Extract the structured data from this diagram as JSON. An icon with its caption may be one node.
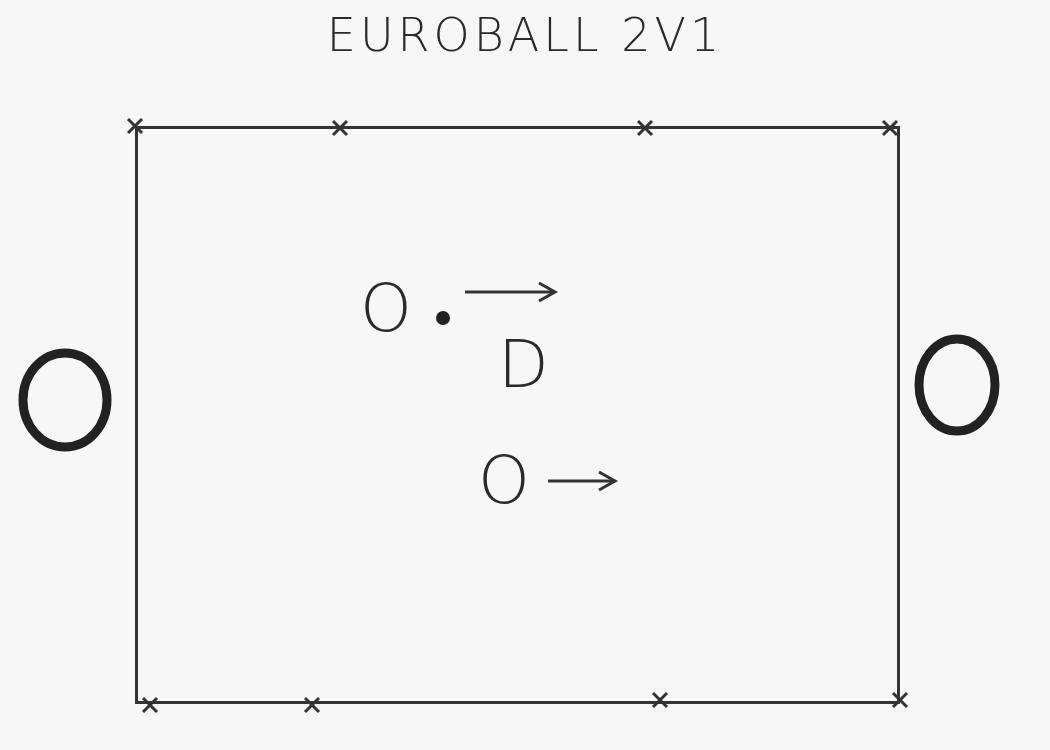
{
  "diagram": {
    "title": "EUROBALL 2V1",
    "nodes": [
      {
        "text": [],
        "shape": "box"
      },
      {
        "text": [],
        "shape": "circle"
      },
      {
        "text": [],
        "shape": "circle"
      }
    ],
    "edges": [],
    "labels": [
      "O",
      "D",
      "O"
    ]
  }
}
